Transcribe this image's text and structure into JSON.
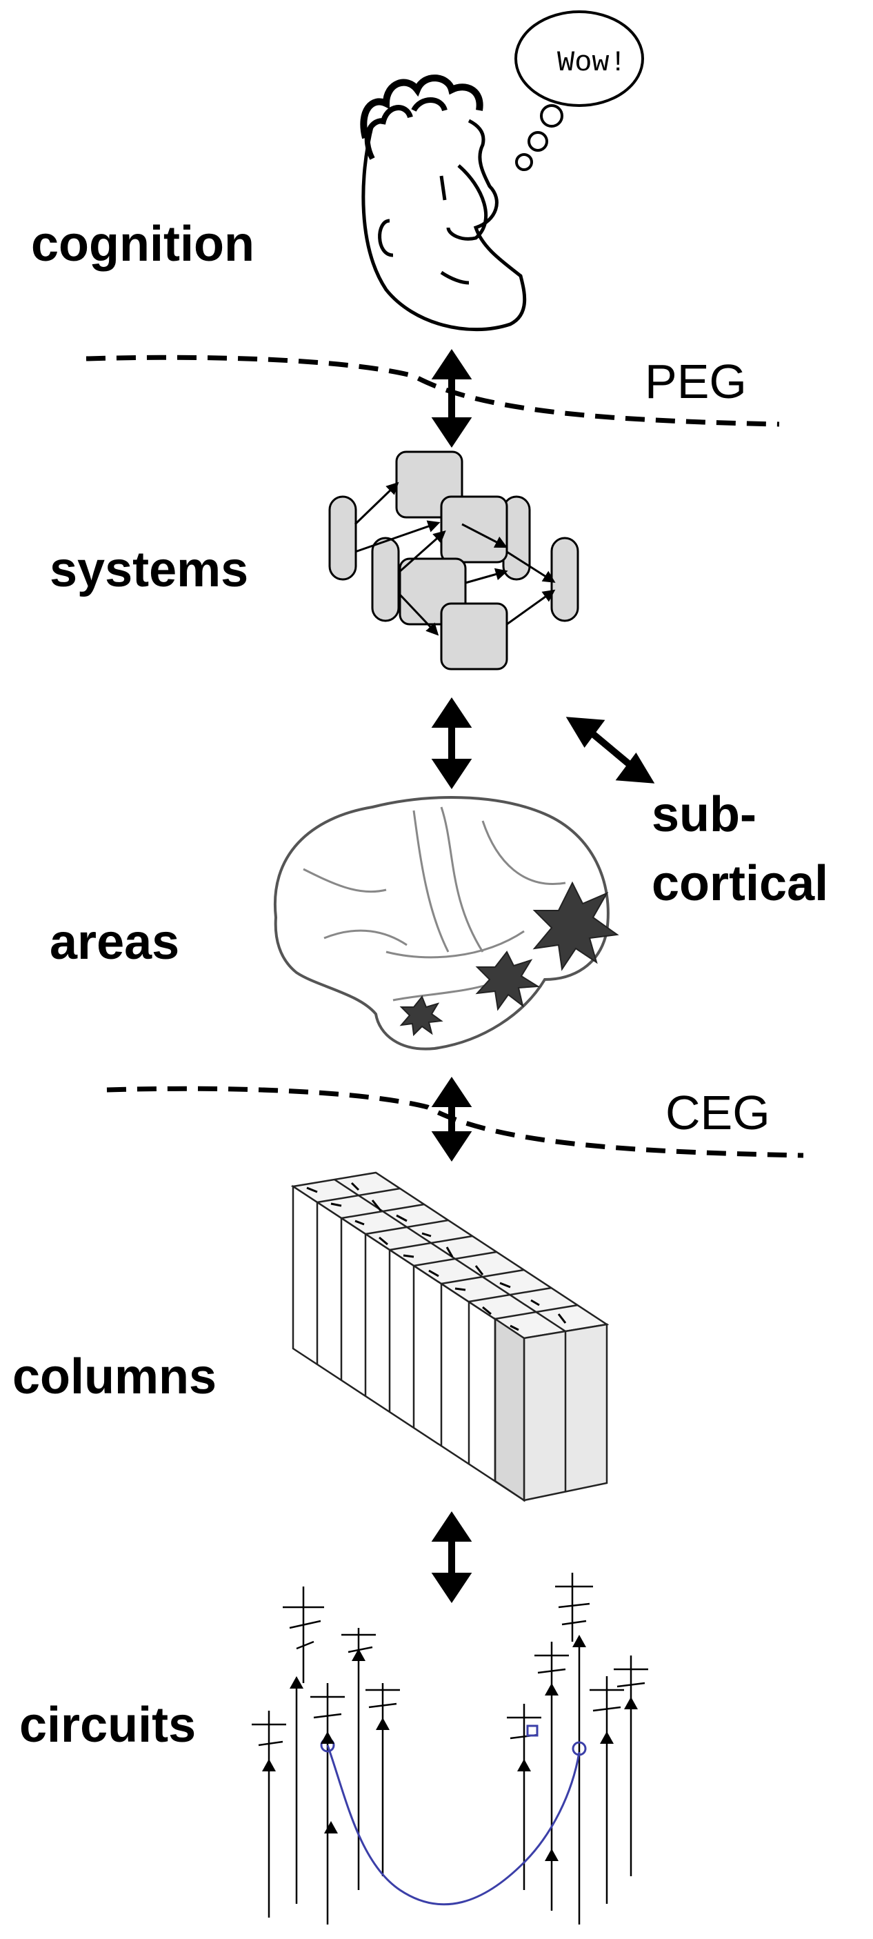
{
  "labels": {
    "cognition": "cognition",
    "systems": "systems",
    "areas": "areas",
    "columns": "columns",
    "circuits": "circuits",
    "subcortical_line1": "sub-",
    "subcortical_line2": "cortical",
    "peg": "PEG",
    "ceg": "CEG",
    "thought_bubble": "Wow!"
  },
  "icons": [
    "thinking-head-icon",
    "systems-network-icon",
    "brain-areas-icon",
    "cortical-columns-icon",
    "neural-circuits-icon"
  ],
  "colors": {
    "ink": "#000000",
    "box_fill": "#d9d9d9",
    "star_fill": "#3a3a3a",
    "axon": "#3b3fa8"
  }
}
